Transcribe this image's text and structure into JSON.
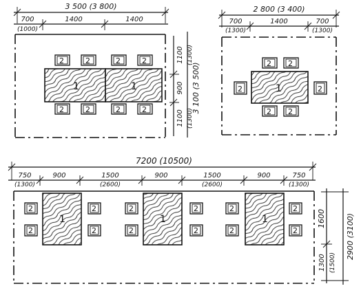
{
  "plan_a": {
    "overall_width": "3 500 (3 800)",
    "widths": [
      "700",
      "(1000)",
      "1400",
      "1400"
    ],
    "heights": [
      "1100",
      "(1300)",
      "900",
      "1100",
      "(1300)"
    ],
    "overall_height": "3 100 (3 500)",
    "table_marks": [
      "1",
      "1"
    ],
    "chair_mark": "2"
  },
  "plan_b": {
    "overall_width": "2 800 (3 400)",
    "widths": [
      "700",
      "(1300)",
      "1400",
      "700",
      "(1300)"
    ],
    "table_mark": "1",
    "chair_mark": "2"
  },
  "plan_c": {
    "overall_width": "7200 (10500)",
    "widths": [
      "750",
      "(1300)",
      "900",
      "1500",
      "(2600)",
      "900",
      "1500",
      "(2600)",
      "900",
      "750",
      "(1300)"
    ],
    "heights": [
      "1600",
      "1300",
      "(1500)"
    ],
    "overall_height": "2900 (3100)",
    "table_marks": [
      "1",
      "1",
      "1"
    ],
    "chair_mark": "2"
  }
}
